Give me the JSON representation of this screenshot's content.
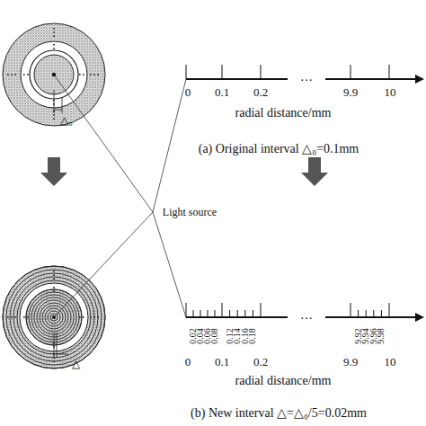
{
  "diagram": {
    "labels": [
      "0",
      "0.1",
      "0.2",
      "…",
      "9.9",
      "10",
      "radial distance/mm",
      "(a) Original interval △₀=0.1mm",
      "Light source",
      "△₀",
      "△",
      "0.02",
      "0.04",
      "0.06",
      "0.08",
      "0.12",
      "0.14",
      "0.16",
      "0.18",
      "9.92",
      "9.94",
      "9.96",
      "9.98",
      "0",
      "0.1",
      "0.2",
      "…",
      "9.9",
      "10",
      "radial distance/mm",
      "(b) New interval △=△₀/5=0.02mm"
    ]
  }
}
